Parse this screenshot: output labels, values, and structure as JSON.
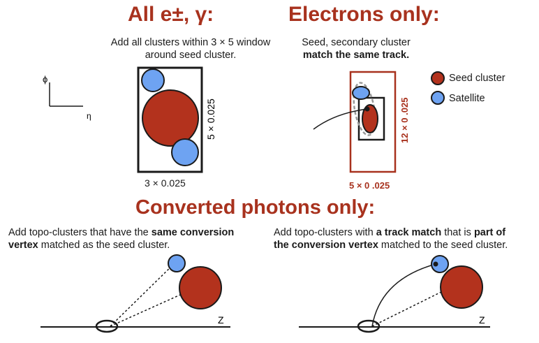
{
  "colors": {
    "accent": "#a8321e",
    "seed": "#b3321d",
    "satellite": "#6ea3f2",
    "ink": "#1a1a1a"
  },
  "sections": {
    "all": {
      "title": "All e±, γ:",
      "desc_line1": "Add all clusters within 3 × 5 window",
      "desc_line2": "around seed cluster.",
      "axis_phi": "ϕ",
      "axis_eta": "η",
      "window_h_label": "3 × 0.025",
      "window_v_label": "5 × 0.025"
    },
    "electrons": {
      "title": "Electrons only:",
      "desc_line1": "Seed, secondary cluster",
      "desc_line2": "match the same track.",
      "window_h_label": "5 × 0 .025",
      "window_v_label": "12 × 0 .025"
    },
    "legend": {
      "seed": "Seed cluster",
      "satellite": "Satellite"
    },
    "converted": {
      "title": "Converted photons only:",
      "left_pre": "Add topo-clusters that have the ",
      "left_bold1": "same conversion",
      "left_bold2": "vertex",
      "left_post": " matched as the seed cluster.",
      "right_pre": "Add topo-clusters with ",
      "right_bold1": "a track match",
      "right_mid": " that is ",
      "right_bold2": "part of",
      "right_bold3": "the conversion vertex",
      "right_post": " matched to the seed cluster.",
      "axis_left": "Z",
      "axis_right": "Z"
    }
  }
}
